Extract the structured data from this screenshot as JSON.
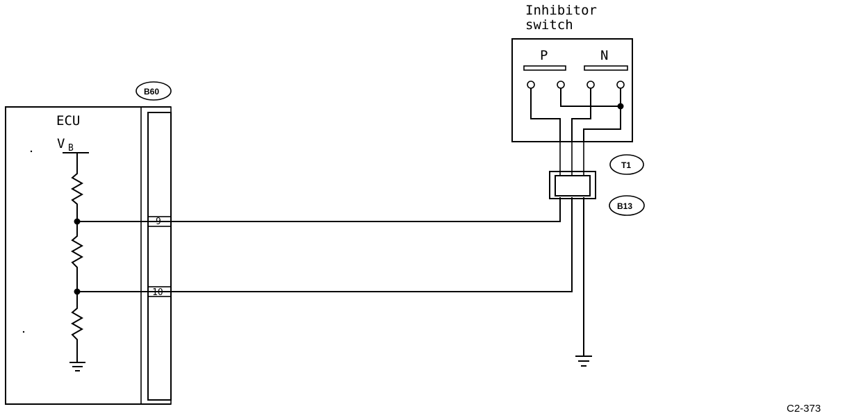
{
  "labels": {
    "ecu": "ECU",
    "vb_main": "V",
    "vb_sub": "B",
    "switch_line1": "Inhibitor",
    "switch_line2": "switch",
    "pos_p": "P",
    "pos_n": "N",
    "pin_9": "9",
    "pin_10": "10",
    "conn_b60": "B60",
    "conn_t1": "T1",
    "conn_b13": "B13",
    "figure_code": "C2-373"
  }
}
